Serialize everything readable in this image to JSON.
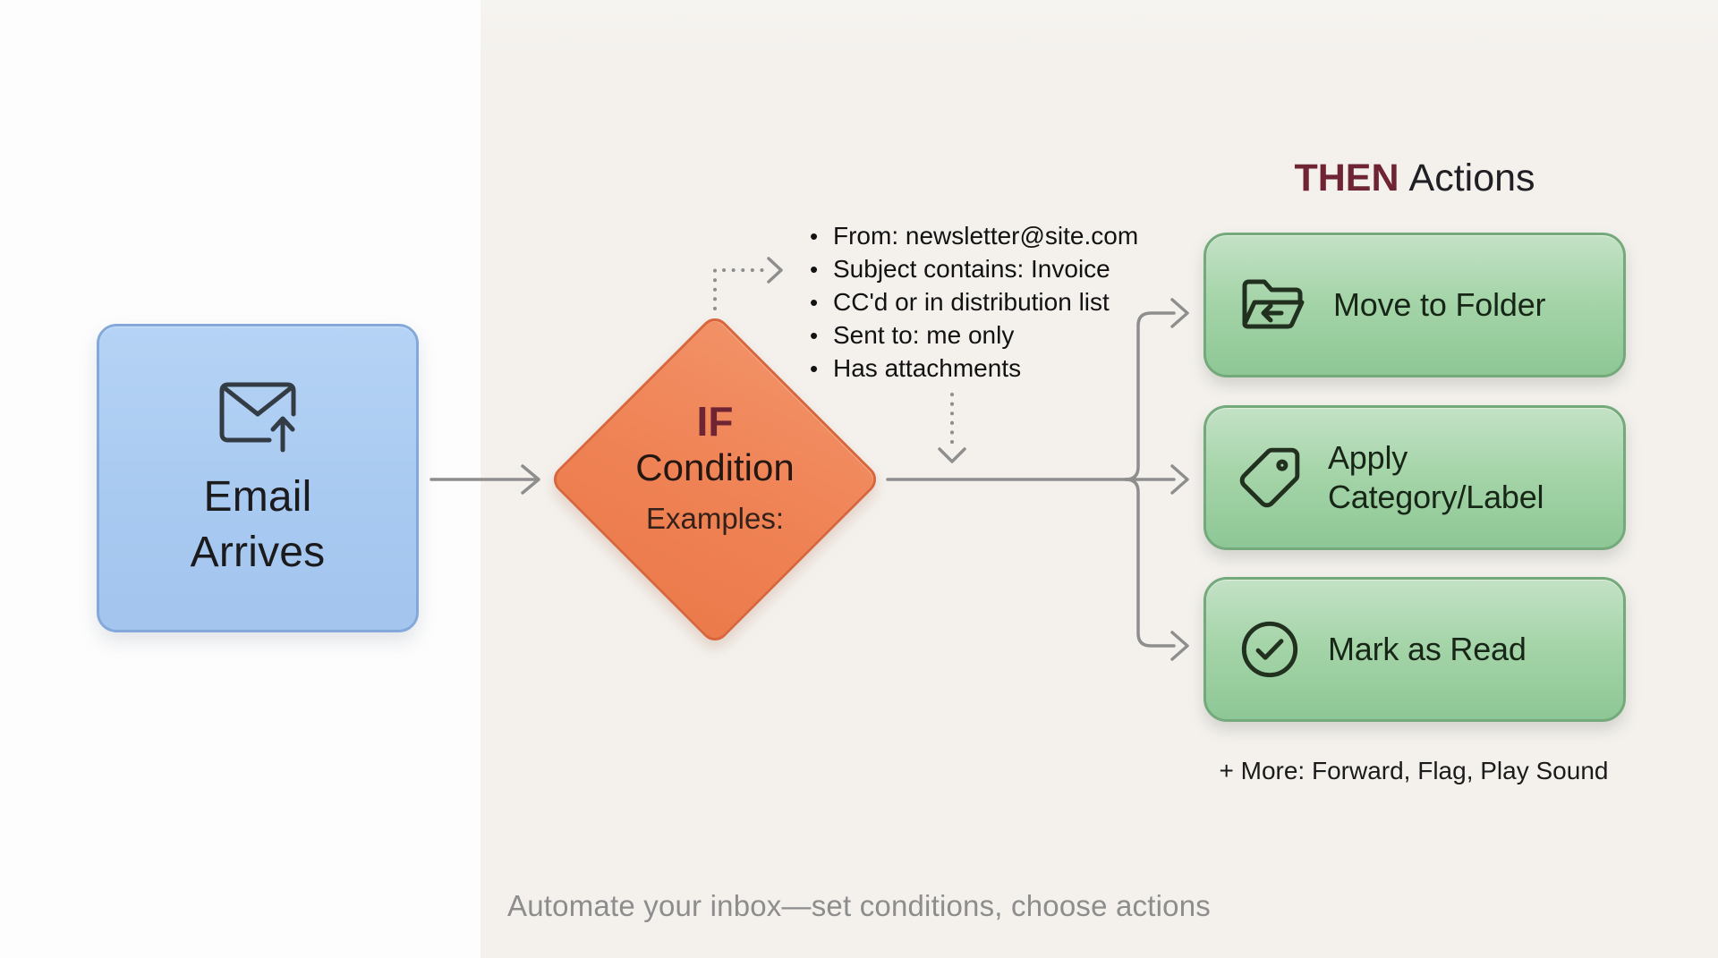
{
  "diagram": {
    "start": {
      "label": "Email\nArrives",
      "icon": "email-incoming-icon"
    },
    "condition": {
      "keyword": "IF",
      "title": "Condition",
      "subtitle": "Examples:"
    },
    "condition_examples": {
      "bullet": "•",
      "items": [
        "From: newsletter@site.com",
        "Subject contains: Invoice",
        "CC'd or in distribution list",
        "Sent to: me only",
        "Has attachments"
      ]
    },
    "then": {
      "heading_keyword": "THEN",
      "heading_rest": "Actions",
      "actions": [
        {
          "label": "Move to Folder",
          "icon": "folder-move-icon"
        },
        {
          "label": "Apply Category/Label",
          "icon": "tag-icon"
        },
        {
          "label": "Mark as Read",
          "icon": "check-circle-icon"
        }
      ],
      "more": "+ More: Forward, Flag, Play Sound"
    },
    "caption": "Automate your inbox—set conditions, choose actions"
  },
  "colors": {
    "background_left": "#fdfdfd",
    "background_right": "#f4f1ed",
    "start_fill": "#a8c9f0",
    "start_border": "#85a8da",
    "condition_fill": "#ef8254",
    "condition_border": "#d8663d",
    "action_fill_top": "#c4e2c6",
    "action_fill_bottom": "#8ec795",
    "action_border": "#73a97b",
    "keyword_maroon": "#6e2433",
    "connector_gray": "#8e8e8e",
    "caption_gray": "#8d8d8d"
  }
}
